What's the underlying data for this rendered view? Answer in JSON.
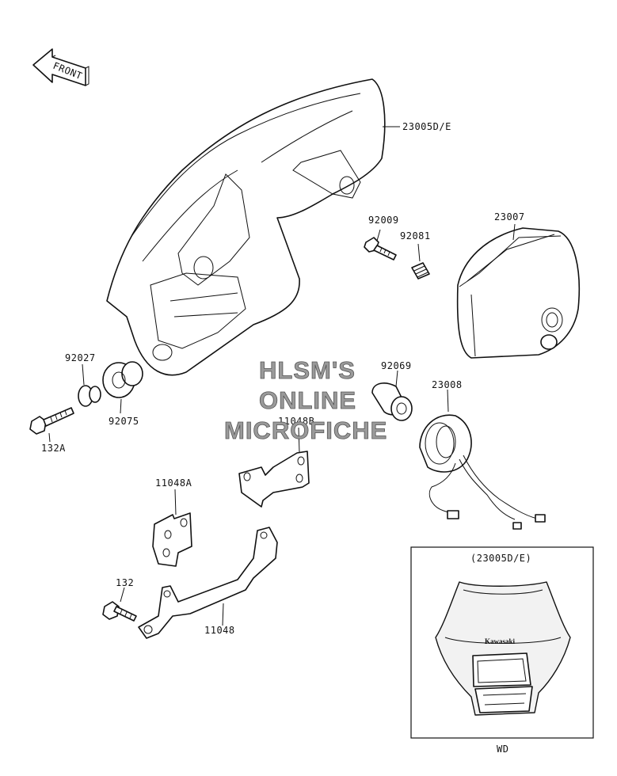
{
  "diagram": {
    "front_arrow_text": "FRONT",
    "watermark": [
      "HLSM'S",
      "ONLINE",
      "MICROFICHE"
    ],
    "inset_title": "(23005D/E)",
    "inset_caption": "WD",
    "inset_brand": "Kawasaki",
    "part_labels": [
      {
        "id": "23005de",
        "text": "23005D/E"
      },
      {
        "id": "92009",
        "text": "92009"
      },
      {
        "id": "92081",
        "text": "92081"
      },
      {
        "id": "23007",
        "text": "23007"
      },
      {
        "id": "92027",
        "text": "92027"
      },
      {
        "id": "92075",
        "text": "92075"
      },
      {
        "id": "132a",
        "text": "132A"
      },
      {
        "id": "92069",
        "text": "92069"
      },
      {
        "id": "23008",
        "text": "23008"
      },
      {
        "id": "11048b",
        "text": "11048B"
      },
      {
        "id": "11048a",
        "text": "11048A"
      },
      {
        "id": "132",
        "text": "132"
      },
      {
        "id": "11048",
        "text": "11048"
      }
    ]
  }
}
